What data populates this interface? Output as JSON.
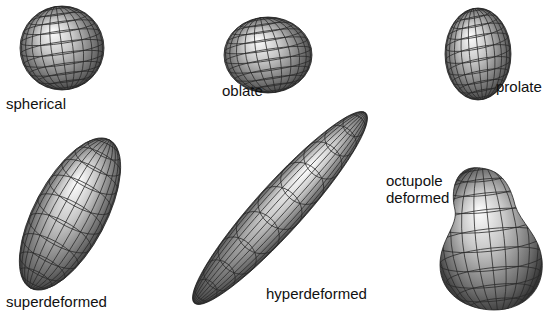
{
  "diagram": {
    "labels": [
      "spherical",
      "oblate",
      "prolate",
      "superdeformed",
      "hyperdeformed",
      "octupole deformed"
    ]
  }
}
